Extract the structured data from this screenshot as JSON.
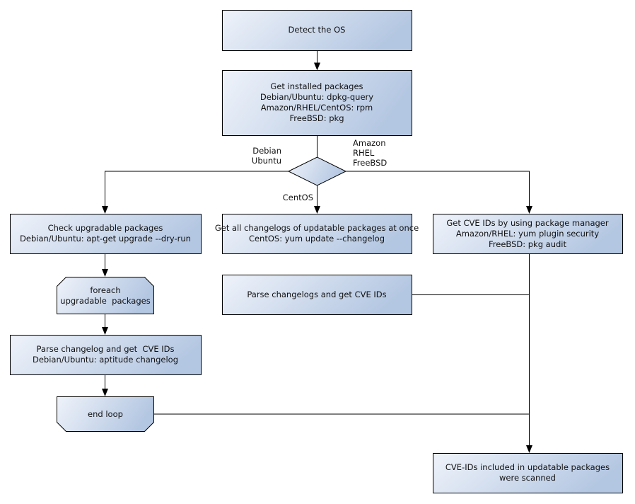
{
  "diagram": {
    "type": "flowchart",
    "colors": {
      "node_fill_light": "#eef2f9",
      "node_fill_dark": "#b5c8e2",
      "border": "#000000",
      "text": "#111111",
      "background": "#ffffff"
    },
    "nodes": {
      "detect_os": {
        "shape": "box",
        "label": "Detect the OS"
      },
      "get_installed": {
        "shape": "box",
        "label": "Get installed packages\nDebian/Ubuntu: dpkg-query\nAmazon/RHEL/CentOS: rpm\nFreeBSD: pkg"
      },
      "os_decision": {
        "shape": "diamond",
        "label": ""
      },
      "check_upgradable": {
        "shape": "box",
        "label": "Check upgradable packages\nDebian/Ubuntu: apt-get upgrade --dry-run"
      },
      "foreach_loop": {
        "shape": "loop-start",
        "label": "foreach\nupgradable  packages"
      },
      "parse_changelog": {
        "shape": "box",
        "label": "Parse changelog and get  CVE IDs\nDebian/Ubuntu: aptitude changelog"
      },
      "end_loop": {
        "shape": "loop-end",
        "label": "end loop"
      },
      "get_changelogs": {
        "shape": "box",
        "label": "Get all changelogs of updatable packages at once\nCentOS: yum update --changelog"
      },
      "parse_changelogs": {
        "shape": "box",
        "label": "Parse changelogs and get CVE IDs"
      },
      "get_cve_ids": {
        "shape": "box",
        "label": "Get CVE IDs by using package manager\nAmazon/RHEL: yum plugin security\nFreeBSD: pkg audit"
      },
      "scanned": {
        "shape": "box",
        "label": "CVE-IDs included in updatable packages\nwere scanned"
      }
    },
    "edge_labels": {
      "debian_ubuntu": "Debian\nUbuntu",
      "amazon_rhel_freebsd": "Amazon\nRHEL\nFreeBSD",
      "centos": "CentOS"
    }
  }
}
